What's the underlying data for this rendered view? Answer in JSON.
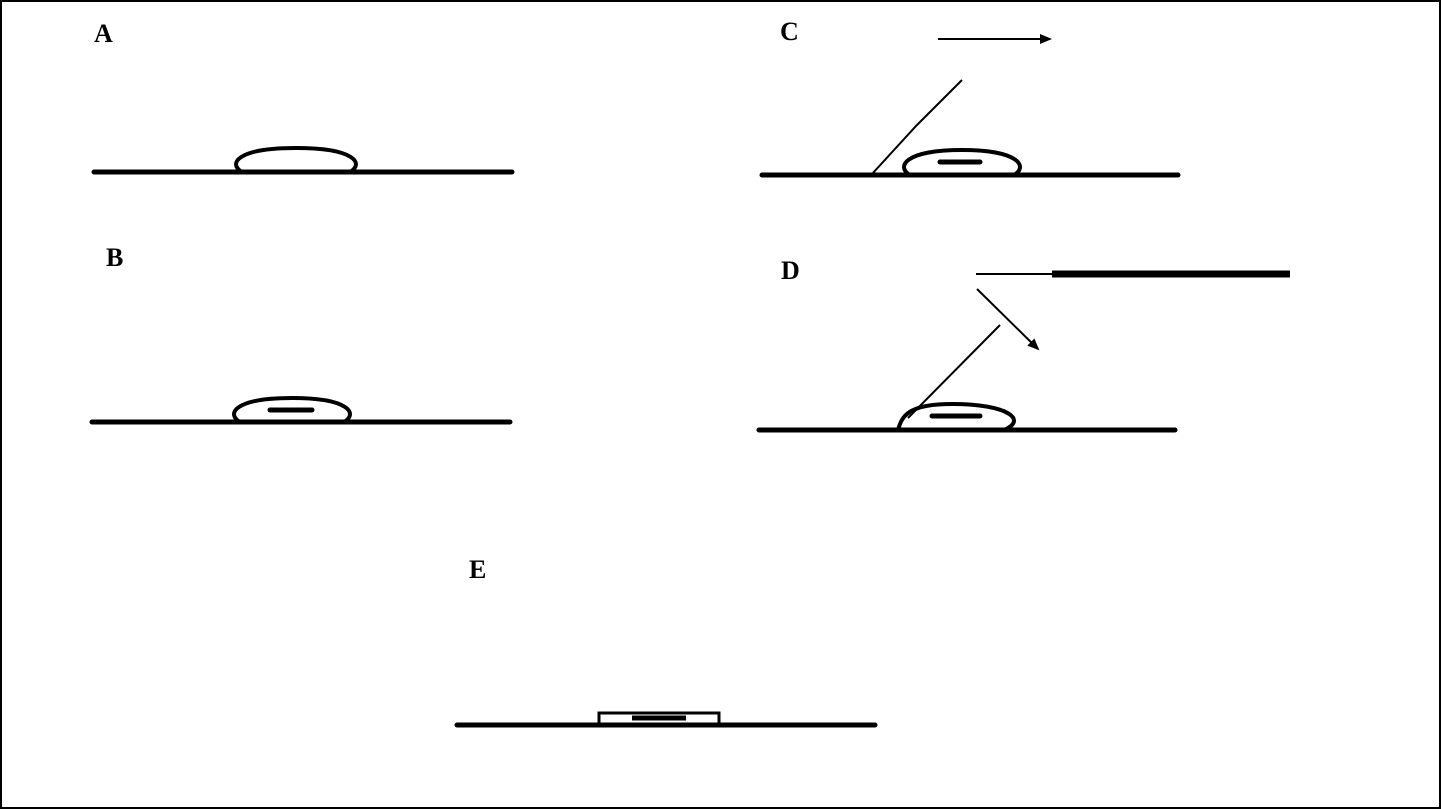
{
  "panels": {
    "a": {
      "label": "A"
    },
    "b": {
      "label": "B"
    },
    "c": {
      "label": "C"
    },
    "d": {
      "label": "D"
    },
    "e": {
      "label": "E"
    }
  },
  "colors": {
    "ink": "#000000",
    "background": "#ffffff"
  }
}
